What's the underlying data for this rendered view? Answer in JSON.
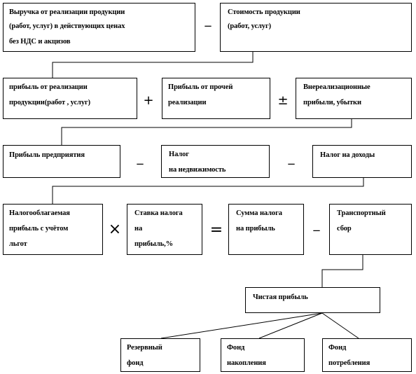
{
  "rows": {
    "row1": {
      "revenue_box": [
        "Выручка от реализации продукции",
        "(работ, услуг) в действующих  ценах",
        "без НДС и акцизов"
      ],
      "op_1": "_",
      "cost_box": [
        "Стоимость продукции",
        "(работ, услуг)"
      ]
    },
    "row2": {
      "sales_profit_box": [
        "прибыль от реализации",
        "продукции(работ , услуг)"
      ],
      "op_1": "+",
      "other_sales_box": [
        "Прибыль от прочей",
        "реализации"
      ],
      "op_2": "±",
      "nonoperating_box": [
        "Внереализационные",
        "прибыли, убытки"
      ]
    },
    "row3": {
      "enterprise_profit_box": [
        "Прибыль предприятия"
      ],
      "op_1": "_",
      "property_tax_box": [
        "Налог",
        "на недвижимость"
      ],
      "op_2": "_",
      "income_tax_box": [
        "Налог на доходы"
      ]
    },
    "row4": {
      "taxable_profit_box": [
        "Налогооблагаемая",
        "прибыль с учётом",
        "льгот"
      ],
      "op_1": "×",
      "tax_rate_box": [
        "Ставка  налога",
        "на",
        "прибыль,%"
      ],
      "op_2": "=",
      "profit_tax_box": [
        "Сумма налога",
        "на прибыль"
      ],
      "op_3": "_",
      "transport_box": [
        "Транспортный",
        "сбор"
      ]
    },
    "row5": {
      "net_profit_box": [
        "Чистая прибыль"
      ]
    },
    "row6": {
      "reserve_fund_box": [
        "Резервный",
        "фонд"
      ],
      "accumulation_fund_box": [
        "Фонд",
        "накопления"
      ],
      "consumption_fund_box": [
        "Фонд",
        "потребления"
      ]
    }
  },
  "colors": {
    "line": "#000000",
    "background": "#ffffff"
  }
}
